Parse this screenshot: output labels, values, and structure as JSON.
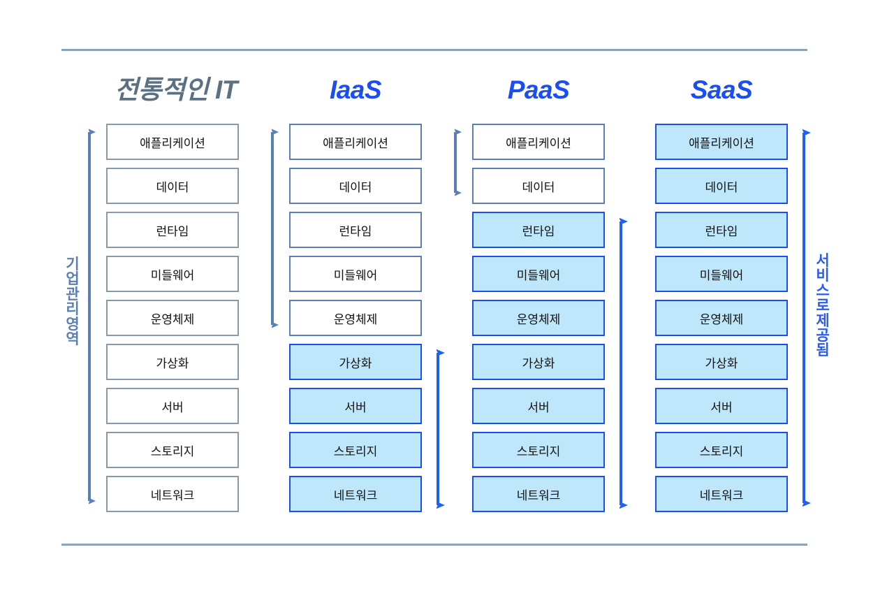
{
  "diagram": {
    "title_legacy": "전통적인 IT",
    "layers": [
      "애플리케이션",
      "데이터",
      "런타임",
      "미들웨어",
      "운영체제",
      "가상화",
      "서버",
      "스토리지",
      "네트워크"
    ],
    "columns": [
      {
        "id": "traditional-it",
        "title": "전통적인 IT",
        "title_style": "legacy",
        "highlighted": [
          false,
          false,
          false,
          false,
          false,
          false,
          false,
          false,
          false
        ]
      },
      {
        "id": "iaas",
        "title": "IaaS",
        "title_style": "cloud",
        "highlighted": [
          false,
          false,
          false,
          false,
          false,
          true,
          true,
          true,
          true
        ]
      },
      {
        "id": "paas",
        "title": "PaaS",
        "title_style": "cloud",
        "highlighted": [
          false,
          false,
          true,
          true,
          true,
          true,
          true,
          true,
          true
        ]
      },
      {
        "id": "saas",
        "title": "SaaS",
        "title_style": "cloud",
        "highlighted": [
          true,
          true,
          true,
          true,
          true,
          true,
          true,
          true,
          true
        ]
      }
    ],
    "side_labels": {
      "left": "기업관리 영역",
      "right": "서비스로 제공됨"
    },
    "arrows": [
      {
        "name": "traditional-managed-arrow",
        "column": "traditional-it",
        "side": "left",
        "color": "#5b7fb5",
        "from_layer": 0,
        "to_layer": 8
      },
      {
        "name": "iaas-managed-arrow",
        "column": "iaas",
        "side": "left",
        "color": "#5b7fb5",
        "from_layer": 0,
        "to_layer": 4
      },
      {
        "name": "iaas-provided-arrow",
        "column": "iaas",
        "side": "right",
        "color": "#2060f5",
        "from_layer": 5,
        "to_layer": 8
      },
      {
        "name": "paas-managed-arrow",
        "column": "paas",
        "side": "left",
        "color": "#5b7fb5",
        "from_layer": 0,
        "to_layer": 1
      },
      {
        "name": "paas-provided-arrow",
        "column": "paas",
        "side": "right",
        "color": "#2060f5",
        "from_layer": 2,
        "to_layer": 8
      },
      {
        "name": "saas-provided-arrow",
        "column": "saas",
        "side": "right",
        "color": "#2060f5",
        "from_layer": 0,
        "to_layer": 8
      }
    ],
    "colors": {
      "rule": "#8fa3b8",
      "box_border": "#5b7fb5",
      "box_border_plain": "#8899aa",
      "highlight_fill": "#bfe7fb",
      "highlight_border": "#1b4ef0",
      "title_legacy": "#5b7183",
      "title_cloud": "#1b4ef0",
      "arrow_gray": "#5b7fb5",
      "arrow_blue": "#2060f5"
    }
  }
}
